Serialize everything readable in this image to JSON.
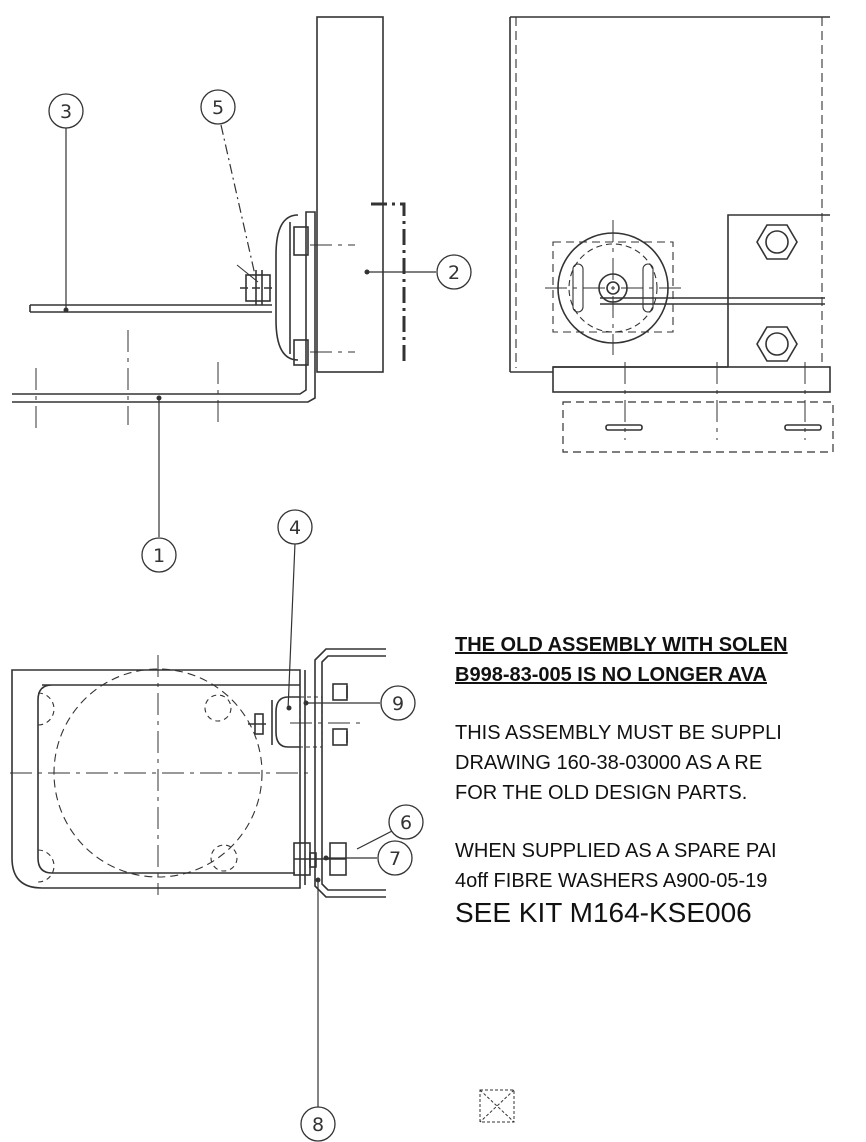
{
  "balloons": [
    {
      "id": "3",
      "label": "3"
    },
    {
      "id": "5",
      "label": "5"
    },
    {
      "id": "2",
      "label": "2"
    },
    {
      "id": "1",
      "label": "1"
    },
    {
      "id": "4",
      "label": "4"
    },
    {
      "id": "9",
      "label": "9"
    },
    {
      "id": "6",
      "label": "6"
    },
    {
      "id": "7",
      "label": "7"
    },
    {
      "id": "8",
      "label": "8"
    }
  ],
  "notes": {
    "line1": "THE OLD ASSEMBLY WITH SOLEN",
    "line2": "B998-83-005 IS NO LONGER AVA",
    "line3": "THIS ASSEMBLY MUST BE SUPPLI",
    "line4": "DRAWING 160-38-03000 AS A RE",
    "line5": "FOR THE OLD DESIGN PARTS.",
    "line6": "WHEN SUPPLIED AS A SPARE PAI",
    "line7": "4off FIBRE WASHERS A900-05-19",
    "line8": "SEE KIT M164-KSE006"
  },
  "colors": {
    "line": "#333333",
    "paper": "#ffffff"
  }
}
